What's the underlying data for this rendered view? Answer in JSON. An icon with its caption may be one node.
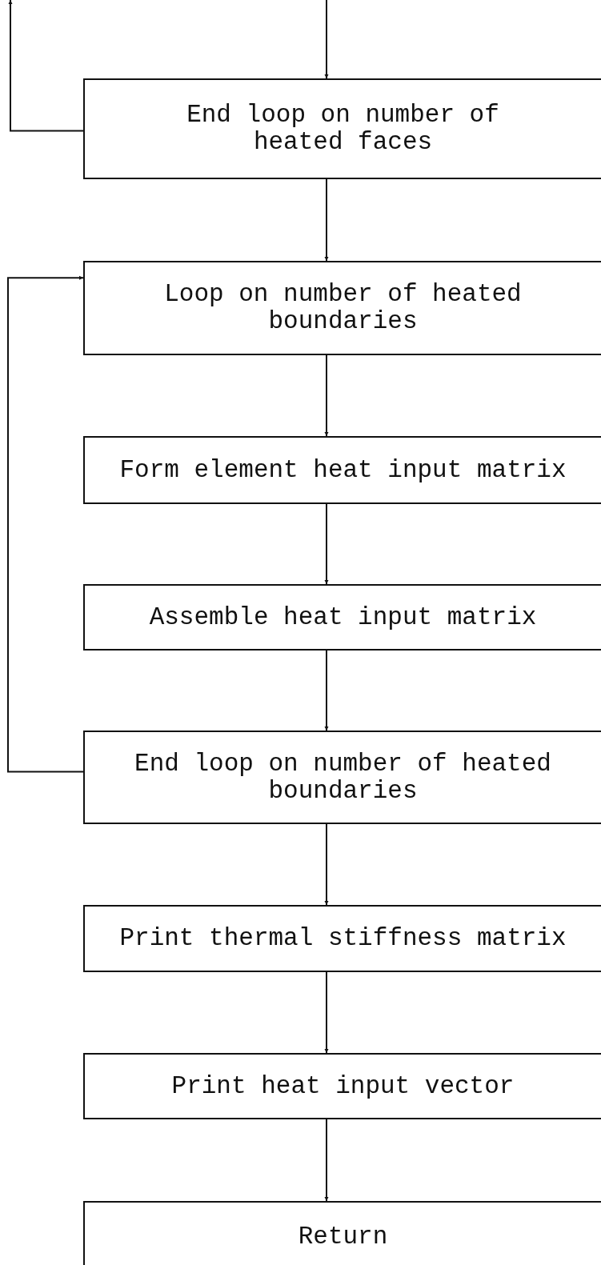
{
  "diagram": {
    "nodes": [
      {
        "text": [
          "End loop on number of heated faces"
        ]
      },
      {
        "text": [
          "Loop on number of heated boundaries"
        ]
      },
      {
        "text": [
          "Form element heat input matrix"
        ]
      },
      {
        "text": [
          "Assemble heat input matrix"
        ]
      },
      {
        "text": [
          "End loop on number of heated boundaries"
        ]
      },
      {
        "text": [
          "Print thermal stiffness matrix"
        ]
      },
      {
        "text": [
          "Print heat input vector"
        ]
      },
      {
        "text": [
          "Return"
        ]
      }
    ],
    "edges": [
      {
        "from": null,
        "to": 0,
        "arrow": "to"
      },
      {
        "from": 0,
        "to": null,
        "arrow": "to"
      },
      {
        "from": 0,
        "to": 1,
        "arrow": "to"
      },
      {
        "from": 1,
        "to": 2,
        "arrow": "to"
      },
      {
        "from": 2,
        "to": 3,
        "arrow": "to"
      },
      {
        "from": 3,
        "to": 4,
        "arrow": "to"
      },
      {
        "from": 4,
        "to": 1,
        "arrow": "to"
      },
      {
        "from": 4,
        "to": 5,
        "arrow": "to"
      },
      {
        "from": 5,
        "to": 6,
        "arrow": "to"
      },
      {
        "from": 6,
        "to": 7,
        "arrow": "to"
      }
    ]
  }
}
